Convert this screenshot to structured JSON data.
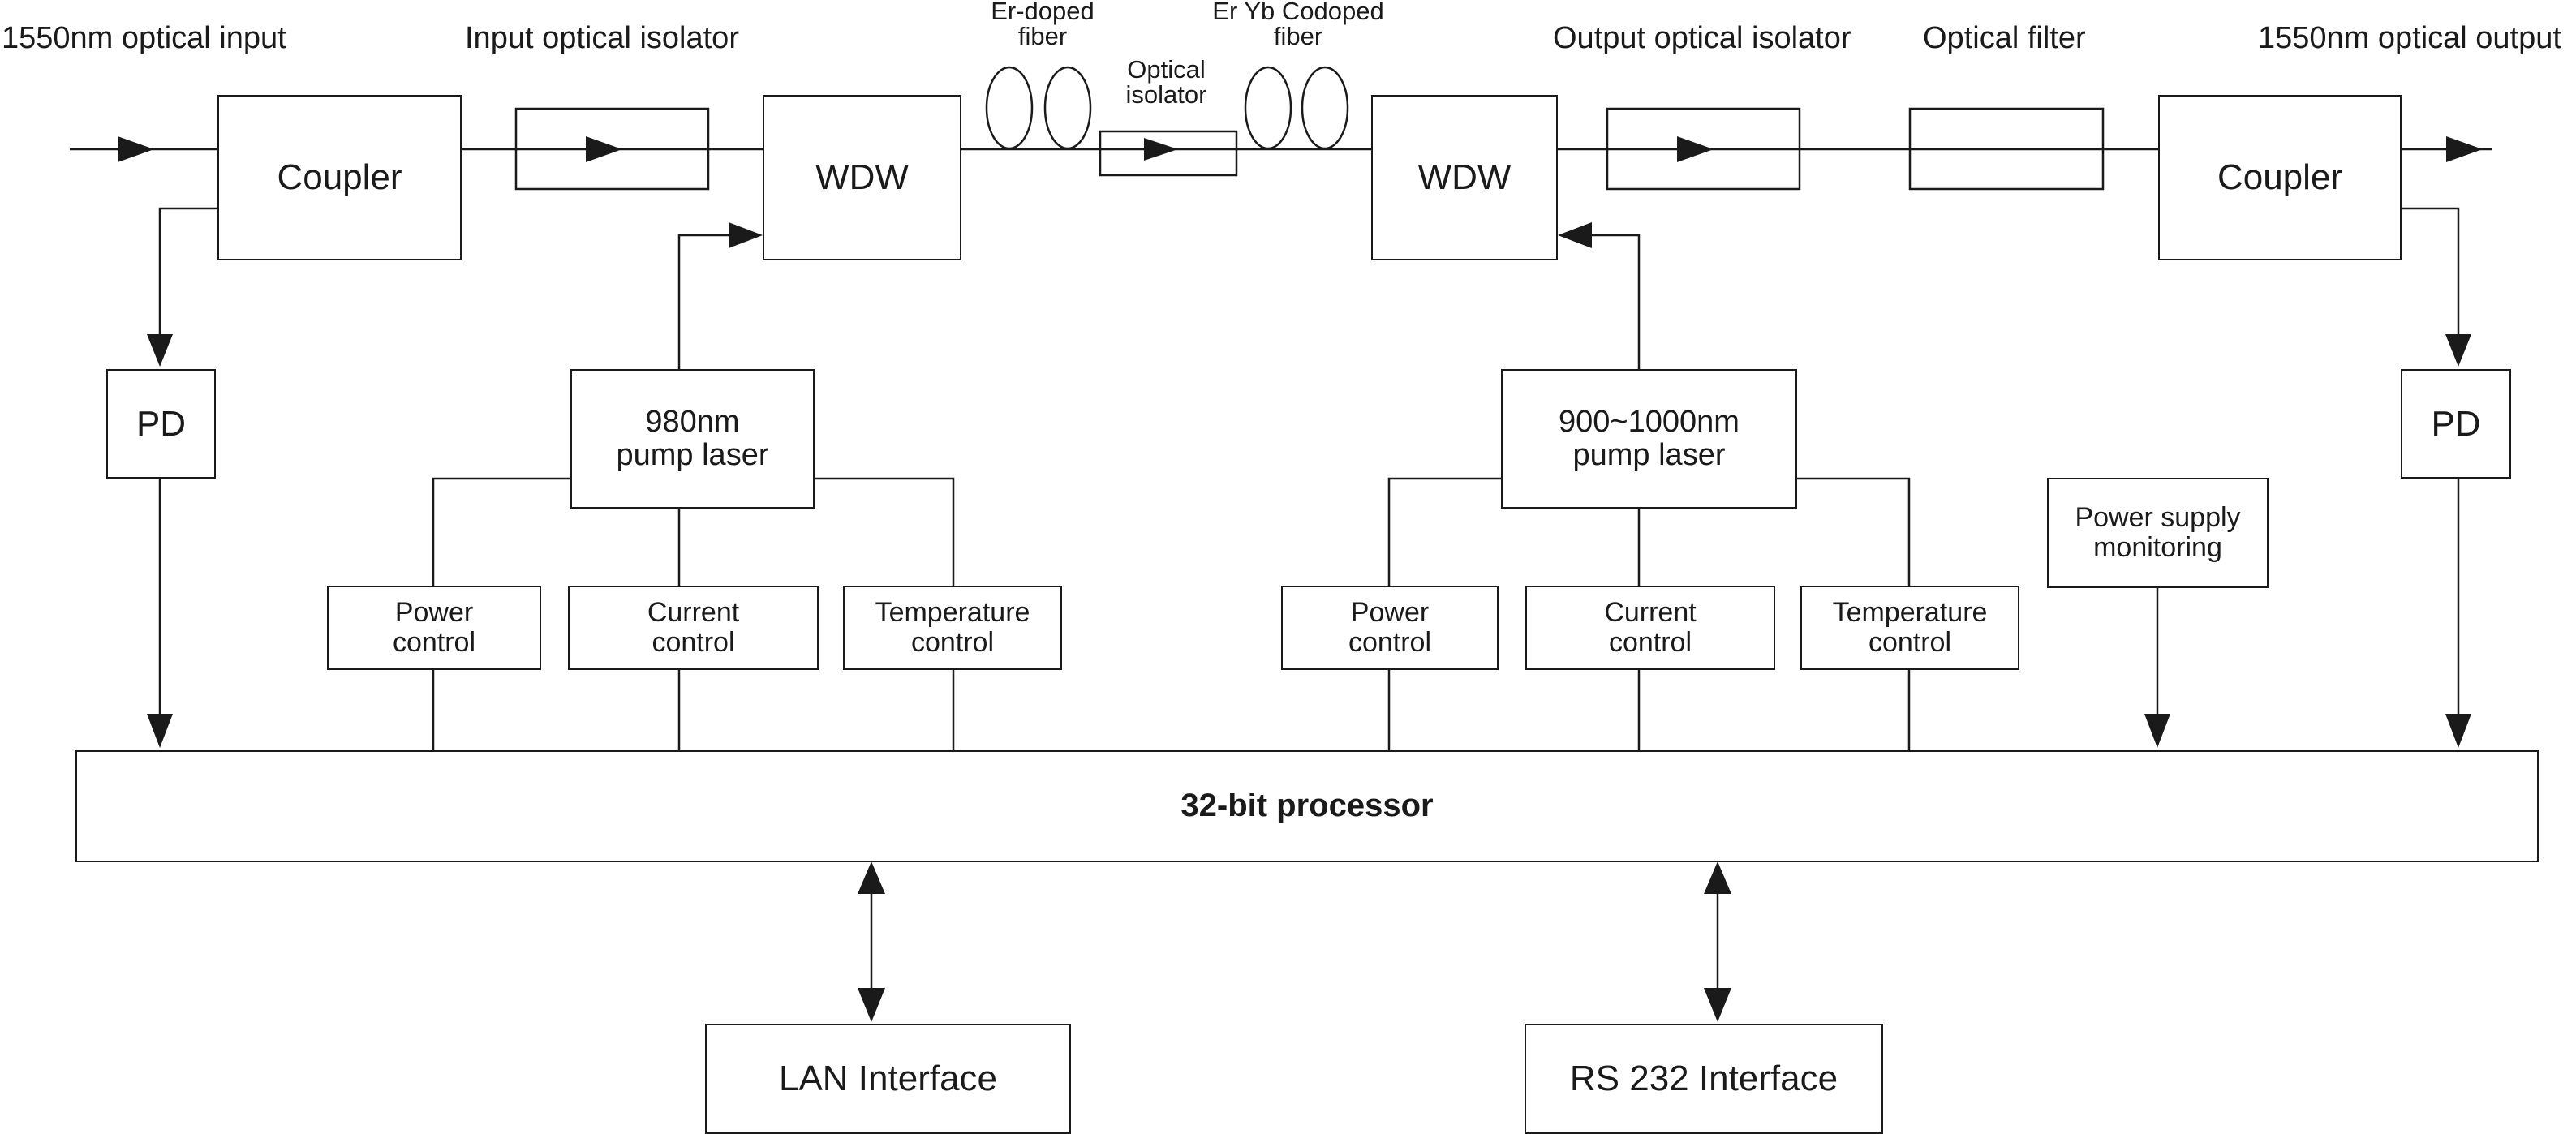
{
  "labels": {
    "input": "1550nm optical input",
    "input_isolator": "Input optical isolator",
    "er_fiber": "Er-doped\nfiber",
    "mid_isolator": "Optical\nisolator",
    "eryb_fiber": "Er Yb Codoped\nfiber",
    "output_isolator": "Output optical isolator",
    "optical_filter": "Optical filter",
    "output": "1550nm optical output"
  },
  "blocks": {
    "coupler_in": "Coupler",
    "wdw_1": "WDW",
    "wdw_2": "WDW",
    "coupler_out": "Coupler",
    "pd_left": "PD",
    "pd_right": "PD",
    "pump_1": "980nm\npump laser",
    "pump_2": "900~1000nm\npump laser",
    "power_control_1": "Power\ncontrol",
    "current_control_1": "Current\ncontrol",
    "temperature_control_1": "Temperature\ncontrol",
    "power_control_2": "Power\ncontrol",
    "current_control_2": "Current\ncontrol",
    "temperature_control_2": "Temperature\ncontrol",
    "power_supply_monitoring": "Power supply\nmonitoring",
    "processor": "32-bit processor",
    "lan": "LAN Interface",
    "rs232": "RS 232 Interface"
  }
}
